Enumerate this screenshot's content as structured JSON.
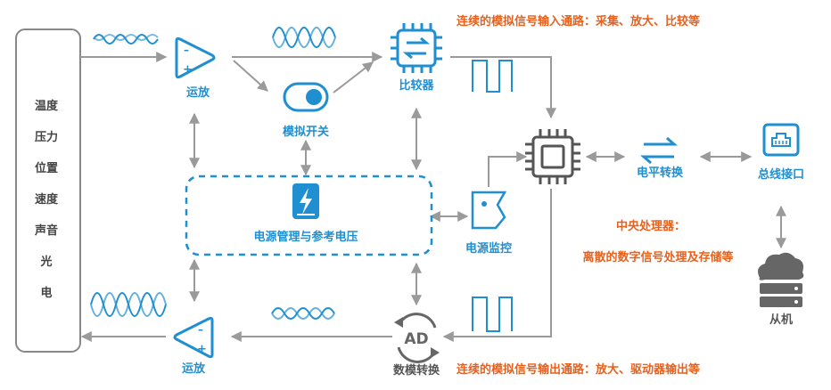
{
  "signals": [
    "温度",
    "压力",
    "位置",
    "速度",
    "声音",
    "光",
    "电"
  ],
  "labels": {
    "amp_top": "运放",
    "analog_switch": "模拟开关",
    "comparator": "比较器",
    "power_mgmt": "电源管理与参考电压",
    "power_monitor": "电源监控",
    "level_shift": "电平转换",
    "bus_interface": "总线接口",
    "slave": "从机",
    "amp_bottom": "运放",
    "dac": "数模转换",
    "adc_glyph": "AD"
  },
  "notes": {
    "input_path": "连续的模拟信号输入通路：采集、放大、比较等",
    "cpu_title": "中央处理器：",
    "cpu_desc": "离散的数字信号处理及存储等",
    "output_path": "连续的模拟信号输出通路：放大、驱动器输出等"
  },
  "colors": {
    "accent": "#1f8fd1",
    "note": "#e8601c",
    "line": "#9a9a9a",
    "panel_border": "#888888"
  }
}
